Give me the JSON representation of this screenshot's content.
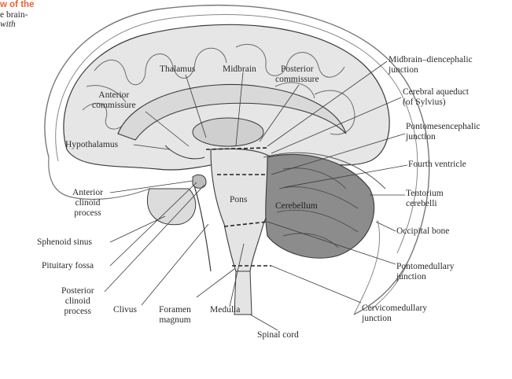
{
  "caption": {
    "line1": "w of the",
    "line2": "e brain-",
    "line3": "with",
    "accent_color": "#e4663a"
  },
  "labels": {
    "thalamus": "Thalamus",
    "midbrain": "Midbrain",
    "posterior_commissure": [
      "Posterior",
      "commissure"
    ],
    "anterior_commissure": [
      "Anterior",
      "commissure"
    ],
    "hypothalamus": "Hypothalamus",
    "anterior_clinoid_process": [
      "Anterior",
      "clinoid",
      "process"
    ],
    "sphenoid_sinus": "Sphenoid sinus",
    "pituitary_fossa": "Pituitary fossa",
    "posterior_clinoid_process": [
      "Posterior",
      "clinoid",
      "process"
    ],
    "clivus": "Clivus",
    "foramen_magnum": [
      "Foramen",
      "magnum"
    ],
    "medulla": "Medulla",
    "spinal_cord": "Spinal cord",
    "pons": "Pons",
    "cerebellum": "Cerebellum",
    "midbrain_diencephalic_junction": [
      "Midbrain–diencephalic",
      "junction"
    ],
    "cerebral_aqueduct": [
      "Cerebral aqueduct",
      "(of Sylvius)"
    ],
    "pontomesencephalic_junction": [
      "Pontomesencephalic",
      "junction"
    ],
    "fourth_ventricle": "Fourth ventricle",
    "tentorium_cerebelli": [
      "Tentorium",
      "cerebelli"
    ],
    "occipital_bone": "Occipital bone",
    "pontomedullary_junction": [
      "Pontomedullary",
      "junction"
    ],
    "cervicomedullary_junction": [
      "Cervicomedullary",
      "junction"
    ]
  },
  "colors": {
    "line": "#3a3a3a",
    "brain_fill": "#e6e6e6",
    "deep_fill": "#cfcfcf",
    "cerebellum_fill": "#8c8c8c",
    "skull_line": "#777777"
  }
}
